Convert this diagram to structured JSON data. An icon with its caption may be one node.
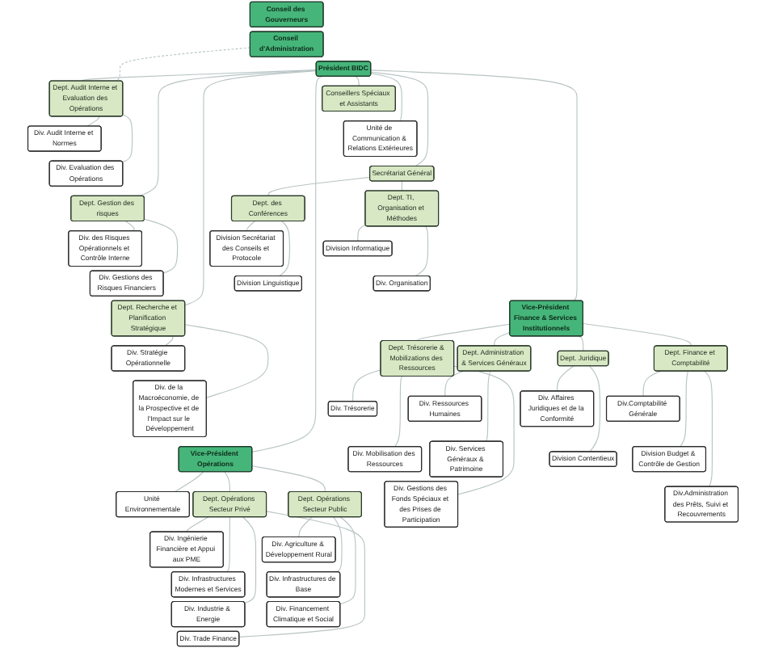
{
  "diagram": {
    "nodes": [
      {
        "text": [
          "Conseil des Gouverneurs"
        ]
      },
      {
        "text": [
          "Conseil d'Administration"
        ]
      },
      {
        "text": [
          "Président BIDC"
        ]
      },
      {
        "text": [
          "Conseillers Spéciaux et Assistants"
        ]
      },
      {
        "text": [
          "Dept. Audit Interne et Evaluation des Opérations"
        ]
      },
      {
        "text": [
          "Unité de Communication & Relations Extérieures"
        ]
      },
      {
        "text": [
          "Div. Audit Interne et Normes"
        ]
      },
      {
        "text": [
          "Div. Evaluation des Opérations"
        ]
      },
      {
        "text": [
          "Secrétariat Général"
        ]
      },
      {
        "text": [
          "Dept. Gestion des risques"
        ]
      },
      {
        "text": [
          "Dept. TI, Organisation et Méthodes"
        ]
      },
      {
        "text": [
          "Dept. des Conférences"
        ]
      },
      {
        "text": [
          "Div. des Risques Opérationnels et Contrôle Interne"
        ]
      },
      {
        "text": [
          "Div. Gestions des Risques Financiers"
        ]
      },
      {
        "text": [
          "Division Informatique"
        ]
      },
      {
        "text": [
          "Division Secrétariat des Conseils et Protocole"
        ]
      },
      {
        "text": [
          "Dept. Recherche et Planification Stratégique"
        ]
      },
      {
        "text": [
          "Div. Organisation"
        ]
      },
      {
        "text": [
          "Division Linguistique"
        ]
      },
      {
        "text": [
          "Div. Stratégie Opérationnelle"
        ]
      },
      {
        "text": [
          "Div. de la Macroéconomie, de la Prospective et de l'Impact sur le Développement"
        ]
      },
      {
        "text": [
          "Vice-Président Finance & Services Institutionnels"
        ]
      },
      {
        "text": [
          "Vice-Président Opérations"
        ]
      },
      {
        "text": [
          "Unité Environnementale"
        ]
      },
      {
        "text": [
          "Dept. Administration & Services Généraux"
        ]
      },
      {
        "text": [
          "Dept. Finance et Comptabilité"
        ]
      },
      {
        "text": [
          "Dept. Trésorerie & Mobilizations des Ressources"
        ]
      },
      {
        "text": [
          "Dept. Juridique"
        ]
      },
      {
        "text": [
          "Dept. Opérations Secteur Privé"
        ]
      },
      {
        "text": [
          "Dept. Opérations Secteur Public"
        ]
      },
      {
        "text": [
          "Div. Ressources Humaines"
        ]
      },
      {
        "text": [
          "Div.Comptabilité Générale"
        ]
      },
      {
        "text": [
          "Div. Trésorerie"
        ]
      },
      {
        "text": [
          "Div. Affaires Juridiques et de la Conformité"
        ]
      },
      {
        "text": [
          "Div. Ingénierie Financière et Appui aux PME"
        ]
      },
      {
        "text": [
          "Div. Agriculture & Développement Rural"
        ]
      },
      {
        "text": [
          "Div. Mobilisation des Ressources"
        ]
      },
      {
        "text": [
          "Div. Services Généraux & Patrimoine"
        ]
      },
      {
        "text": [
          "Division Budget & Contrôle de Gestion"
        ]
      },
      {
        "text": [
          "Div. Gestions des Fonds Spéciaux et des Prises de Participation"
        ]
      },
      {
        "text": [
          "Division Contentieux"
        ]
      },
      {
        "text": [
          "Div. Infrastructures Modernes et Services"
        ]
      },
      {
        "text": [
          "Div. Infrastructures de Base"
        ]
      },
      {
        "text": [
          "Div. Industrie & Energie"
        ]
      },
      {
        "text": [
          "Div. Financement Climatique et Social"
        ]
      },
      {
        "text": [
          "Div.Administration des Prêts, Suivi et Recouvrements"
        ]
      },
      {
        "text": [
          "Div. Trade Finance"
        ]
      }
    ],
    "edges": [
      {
        "from": 1,
        "to": 4,
        "arrow": "none",
        "style": "dashed"
      },
      {
        "from": 2,
        "to": 3,
        "arrow": "none"
      },
      {
        "from": 2,
        "to": 4,
        "arrow": "none"
      },
      {
        "from": 2,
        "to": 5,
        "arrow": "none"
      },
      {
        "from": 2,
        "to": 8,
        "arrow": "none"
      },
      {
        "from": 2,
        "to": 9,
        "arrow": "none"
      },
      {
        "from": 2,
        "to": 16,
        "arrow": "none"
      },
      {
        "from": 2,
        "to": 21,
        "arrow": "none"
      },
      {
        "from": 2,
        "to": 22,
        "arrow": "none"
      },
      {
        "from": 4,
        "to": 6,
        "arrow": "none"
      },
      {
        "from": 4,
        "to": 7,
        "arrow": "none"
      },
      {
        "from": 8,
        "to": 10,
        "arrow": "none"
      },
      {
        "from": 8,
        "to": 11,
        "arrow": "none"
      },
      {
        "from": 9,
        "to": 12,
        "arrow": "none"
      },
      {
        "from": 9,
        "to": 13,
        "arrow": "none"
      },
      {
        "from": 10,
        "to": 14,
        "arrow": "none"
      },
      {
        "from": 10,
        "to": 17,
        "arrow": "none"
      },
      {
        "from": 11,
        "to": 15,
        "arrow": "none"
      },
      {
        "from": 11,
        "to": 18,
        "arrow": "none"
      },
      {
        "from": 16,
        "to": 19,
        "arrow": "none"
      },
      {
        "from": 16,
        "to": 20,
        "arrow": "none"
      },
      {
        "from": 21,
        "to": 24,
        "arrow": "none"
      },
      {
        "from": 21,
        "to": 25,
        "arrow": "none"
      },
      {
        "from": 21,
        "to": 26,
        "arrow": "none"
      },
      {
        "from": 21,
        "to": 27,
        "arrow": "none"
      },
      {
        "from": 22,
        "to": 23,
        "arrow": "none"
      },
      {
        "from": 22,
        "to": 28,
        "arrow": "none"
      },
      {
        "from": 22,
        "to": 29,
        "arrow": "none"
      },
      {
        "from": 24,
        "to": 30,
        "arrow": "none"
      },
      {
        "from": 24,
        "to": 37,
        "arrow": "none"
      },
      {
        "from": 25,
        "to": 31,
        "arrow": "none"
      },
      {
        "from": 25,
        "to": 38,
        "arrow": "none"
      },
      {
        "from": 25,
        "to": 45,
        "arrow": "none"
      },
      {
        "from": 26,
        "to": 32,
        "arrow": "none"
      },
      {
        "from": 26,
        "to": 36,
        "arrow": "none"
      },
      {
        "from": 26,
        "to": 39,
        "arrow": "none"
      },
      {
        "from": 27,
        "to": 33,
        "arrow": "none"
      },
      {
        "from": 27,
        "to": 40,
        "arrow": "none"
      },
      {
        "from": 28,
        "to": 34,
        "arrow": "none"
      },
      {
        "from": 28,
        "to": 41,
        "arrow": "none"
      },
      {
        "from": 28,
        "to": 43,
        "arrow": "none"
      },
      {
        "from": 28,
        "to": 46,
        "arrow": "none"
      },
      {
        "from": 29,
        "to": 35,
        "arrow": "none"
      },
      {
        "from": 29,
        "to": 42,
        "arrow": "none"
      },
      {
        "from": 29,
        "to": 44,
        "arrow": "none"
      }
    ]
  }
}
